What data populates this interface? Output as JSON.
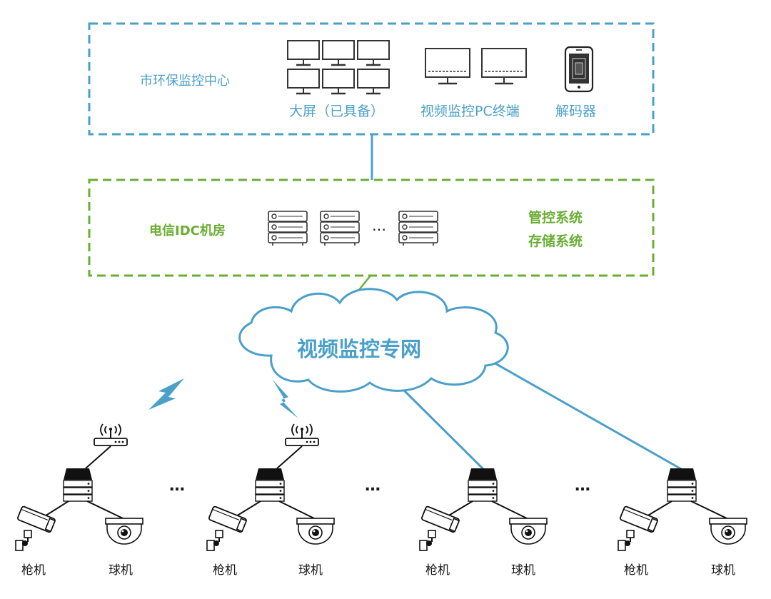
{
  "center": {
    "title": "市环保监控中心",
    "items": [
      {
        "label": "大屏（已具备）",
        "icon": "video-wall-icon"
      },
      {
        "label": "视频监控PC终端",
        "icon": "monitor-icon"
      },
      {
        "label": "解码器",
        "icon": "decoder-icon"
      }
    ]
  },
  "idc": {
    "title": "电信IDC机房",
    "ellipsis": "…",
    "systems": [
      "管控系统",
      "存储系统"
    ]
  },
  "network": {
    "label": "视频监控专网"
  },
  "sites": [
    {
      "gun": "枪机",
      "dome": "球机"
    },
    {
      "gun": "枪机",
      "dome": "球机"
    },
    {
      "gun": "枪机",
      "dome": "球机"
    },
    {
      "gun": "枪机",
      "dome": "球机"
    }
  ],
  "site_ellipsis": "…",
  "colors": {
    "blue": "#4aa0c8",
    "green": "#6aae35",
    "dark": "#1a1a1a"
  }
}
